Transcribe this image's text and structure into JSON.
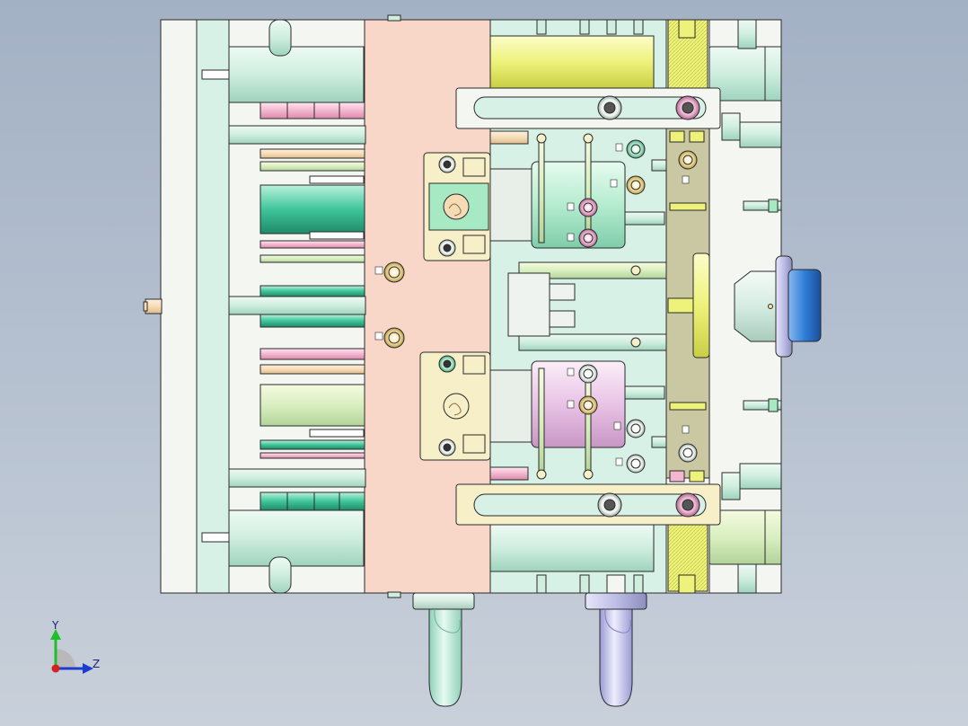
{
  "view": {
    "background_top": "#a3b1c4",
    "background_bottom": "#c9d0da",
    "model": "injection-mold-assembly",
    "projection": "side-elevation"
  },
  "triad": {
    "y_label": "Y",
    "z_label": "Z",
    "y_color": "#1fbf2a",
    "z_color": "#1b3ccf",
    "x_color": "#d42222"
  },
  "colors": {
    "outline": "#2a2a2a",
    "plate_white": "#f4f6f2",
    "plate_mint": "#d8f1e7",
    "plate_salmon": "#f8d6c8",
    "plate_olive": "#c9c8a2",
    "rod_cyan": "#cfeede",
    "rod_teal": "#3fc59a",
    "rod_pink": "#f3b6cf",
    "rod_yellow": "#eef27a",
    "rod_peach": "#f6dcb6",
    "block_green": "#a6e9c3",
    "block_cream": "#f6efc8",
    "screw_cream": "#f4e1a4",
    "screw_pink": "#f1bcd7",
    "screw_green": "#b9eed2",
    "sprue_blue": "#2f7ed8",
    "sprue_ring": "#bdbde6",
    "hose_mint": "#bfeedc",
    "hose_lavender": "#c6c6ee"
  }
}
